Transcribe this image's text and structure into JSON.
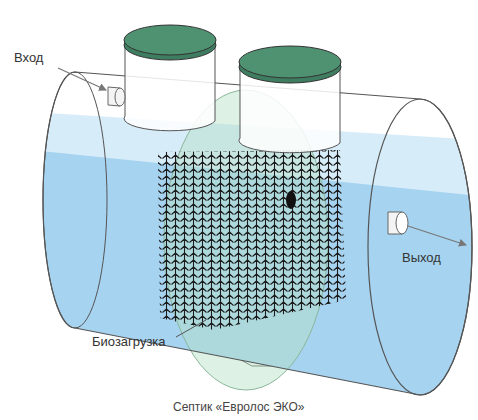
{
  "diagram": {
    "caption": "Септик «Евролос ЭКО»",
    "labels": [
      "Вход",
      "Выход",
      "Биозагрузка"
    ]
  }
}
